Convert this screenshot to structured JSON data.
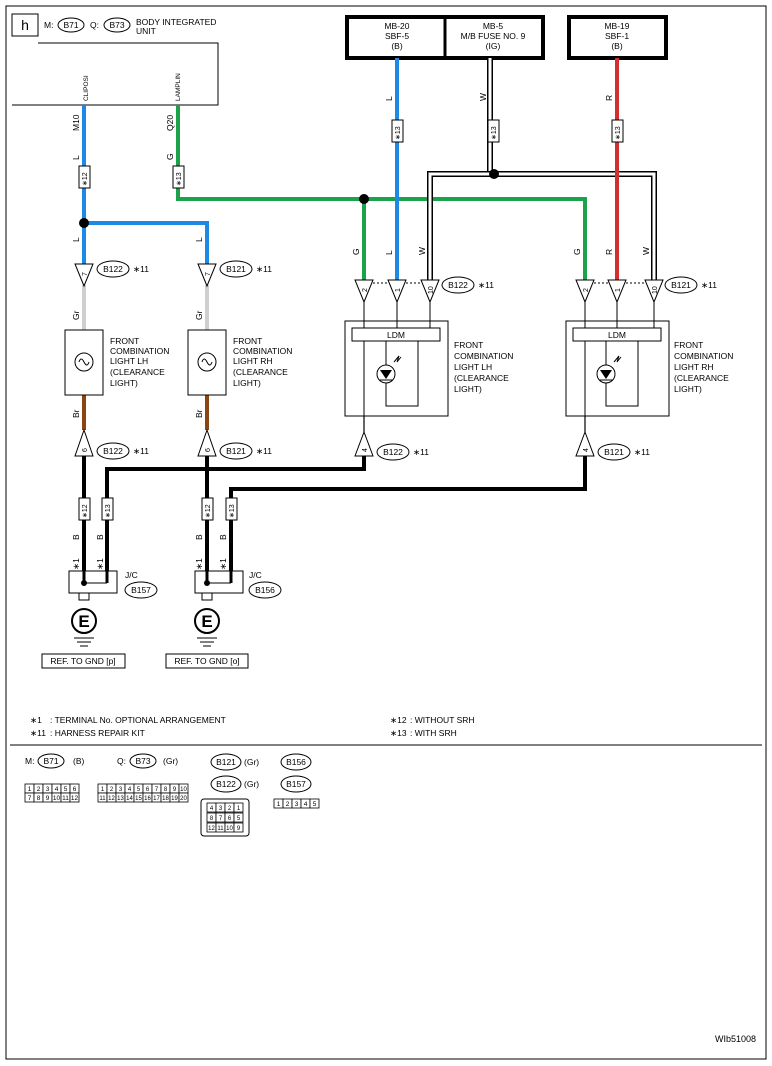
{
  "header": {
    "tag": "h",
    "m_label": "M:",
    "m_conn": "B71",
    "q_label": "Q:",
    "q_conn": "B73",
    "bcm_line1": "BODY INTEGRATED",
    "bcm_line2": "UNIT",
    "pin_clposi": "CLIPOSI",
    "pin_lamplin": "LAMPLIN"
  },
  "fuses": [
    {
      "line1": "MB-20",
      "line2": "SBF-5",
      "line3": "(B)"
    },
    {
      "line1": "MB-5",
      "line2": "M/B FUSE NO. 9",
      "line3": "(IG)"
    },
    {
      "line1": "MB-19",
      "line2": "SBF-1",
      "line3": "(B)"
    }
  ],
  "wires": {
    "m10": "M10",
    "q20": "Q20",
    "l": "L",
    "g": "G",
    "w": "W",
    "r": "R",
    "gr": "Gr",
    "br": "Br",
    "b": "B"
  },
  "stars": {
    "s11": "∗11",
    "s12": "∗12",
    "s13": "∗13",
    "s1": "∗1"
  },
  "connectors": {
    "b122": "B122",
    "b121": "B121",
    "b157": "B157",
    "b156": "B156"
  },
  "pins": {
    "p7": "7",
    "p6": "6",
    "p2": "2",
    "p1": "1",
    "p10": "10",
    "p4": "4"
  },
  "lamps": {
    "lh": [
      "FRONT",
      "COMBINATION",
      "LIGHT LH",
      "(CLEARANCE",
      "LIGHT)"
    ],
    "rh": [
      "FRONT",
      "COMBINATION",
      "LIGHT RH",
      "(CLEARANCE",
      "LIGHT)"
    ]
  },
  "ldm": "LDM",
  "jc": "J/C",
  "ground": "E",
  "refs": {
    "p": "REF. TO GND [p]",
    "o": "REF. TO GND [o]"
  },
  "legend": {
    "n1": ": TERMINAL No. OPTIONAL ARRANGEMENT",
    "n11": ": HARNESS REPAIR KIT",
    "n12": ": WITHOUT SRH",
    "n13": ": WITH SRH"
  },
  "connector_views": {
    "m_label": "M:",
    "m_conn": "B71",
    "m_color": "(B)",
    "q_label": "Q:",
    "q_conn": "B73",
    "q_color": "(Gr)",
    "b121": "B121",
    "b121_color": "(Gr)",
    "b122": "B122",
    "b122_color": "(Gr)",
    "b156": "B156",
    "b157": "B157",
    "m_row1": [
      "1",
      "2",
      "3",
      "4",
      "5",
      "6"
    ],
    "m_row2": [
      "7",
      "8",
      "9",
      "10",
      "11",
      "12"
    ],
    "q_row1": [
      "1",
      "2",
      "3",
      "4",
      "5",
      "6",
      "7",
      "8",
      "9",
      "10"
    ],
    "q_row2": [
      "11",
      "12",
      "13",
      "14",
      "15",
      "16",
      "17",
      "18",
      "19",
      "20"
    ],
    "b12x_row1": [
      "4",
      "3",
      "2",
      "1"
    ],
    "b12x_row2": [
      "8",
      "7",
      "6",
      "5"
    ],
    "b12x_row3": [
      "12",
      "11",
      "10",
      "9"
    ],
    "b15x_row": [
      "1",
      "2",
      "3",
      "4",
      "5"
    ]
  },
  "doc_id": "WIb51008",
  "colors": {
    "blue": "#1e88e5",
    "green": "#1aa34a",
    "red": "#d32f2f",
    "gray": "#cfcfcf",
    "brown": "#8b4513",
    "black": "#000000"
  }
}
